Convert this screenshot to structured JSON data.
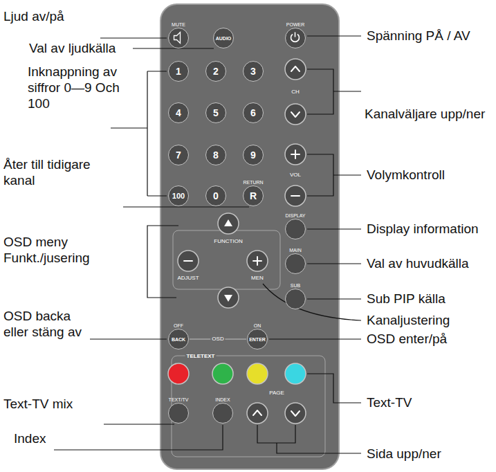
{
  "diagram": {
    "nodes": [
      {
        "text": [
          "MUTE"
        ]
      },
      {
        "text": [
          "AUDIO"
        ]
      },
      {
        "text": [
          "POWER"
        ]
      },
      {
        "text": [
          "1"
        ]
      },
      {
        "text": [
          "2"
        ]
      },
      {
        "text": [
          "3"
        ]
      },
      {
        "text": [
          "4"
        ]
      },
      {
        "text": [
          "5"
        ]
      },
      {
        "text": [
          "6"
        ]
      },
      {
        "text": [
          "7"
        ]
      },
      {
        "text": [
          "8"
        ]
      },
      {
        "text": [
          "9"
        ]
      },
      {
        "text": [
          "100"
        ]
      },
      {
        "text": [
          "0"
        ]
      },
      {
        "text": [
          "RETURN",
          "R"
        ]
      },
      {
        "text": [
          "DISPLAY"
        ]
      },
      {
        "text": [
          "MAIN"
        ]
      },
      {
        "text": [
          "SUB"
        ]
      },
      {
        "text": [
          "OFF",
          "BACK"
        ]
      },
      {
        "text": [
          "ON",
          "ENTER"
        ]
      },
      {
        "text": [
          "TEXT/TV"
        ]
      },
      {
        "text": [
          "INDEX"
        ]
      }
    ],
    "labels": [
      "Ljud av/på",
      "Val av ljudkälla",
      "Inknappning av siffror 0—9 Och 100",
      "Åter till tidigare kanal",
      "OSD meny Funkt./jusering",
      "OSD backa eller stäng av",
      "Text-TV mix",
      "Index",
      "Spänning PÅ / AV",
      "Kanalväljare upp/ner",
      "Volymkontroll",
      "Display information",
      "Val av huvudkälla",
      "Sub PIP källa",
      "Kanaljustering",
      "OSD enter/på",
      "Text-TV",
      "Sida upp/ner",
      "CH",
      "VOL",
      "FUNCTION",
      "ADJUST",
      "MEN",
      "OSD",
      "TELETEXT",
      "PAGE"
    ]
  }
}
